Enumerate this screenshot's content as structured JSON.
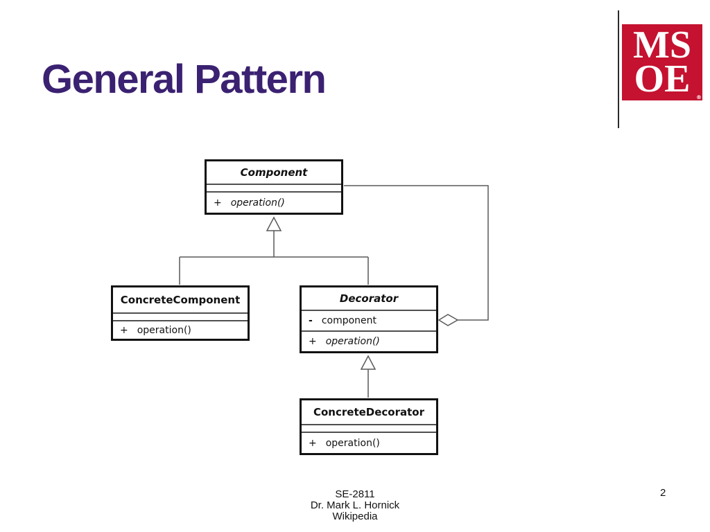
{
  "slide": {
    "title": "General Pattern",
    "page_number": "2",
    "footer_lines": [
      "SE-2811",
      "Dr. Mark L. Hornick",
      "Wikipedia"
    ],
    "background_color": "#ffffff",
    "title_color": "#3b2171"
  },
  "logo": {
    "top_text": "MS",
    "bottom_text": "OE",
    "trademark": "®",
    "background_color": "#c41230",
    "text_color": "#ffffff"
  },
  "uml": {
    "component": {
      "name": "Component",
      "abstract": true,
      "method_visibility": "+",
      "method": "operation()"
    },
    "concrete_component": {
      "name": "ConcreteComponent",
      "abstract": false,
      "method_visibility": "+",
      "method": "operation()"
    },
    "decorator": {
      "name": "Decorator",
      "abstract": true,
      "attribute_visibility": "-",
      "attribute": "component",
      "method_visibility": "+",
      "method": "operation()"
    },
    "concrete_decorator": {
      "name": "ConcreteDecorator",
      "abstract": false,
      "method_visibility": "+",
      "method": "operation()"
    },
    "relationships": [
      {
        "type": "generalization",
        "from": "ConcreteComponent",
        "to": "Component"
      },
      {
        "type": "generalization",
        "from": "Decorator",
        "to": "Component"
      },
      {
        "type": "generalization",
        "from": "ConcreteDecorator",
        "to": "Decorator"
      },
      {
        "type": "aggregation",
        "from": "Decorator",
        "to": "Component",
        "note": "hollow diamond at Decorator right side"
      }
    ],
    "line_color": "#595959",
    "box_border_color": "#111111"
  }
}
